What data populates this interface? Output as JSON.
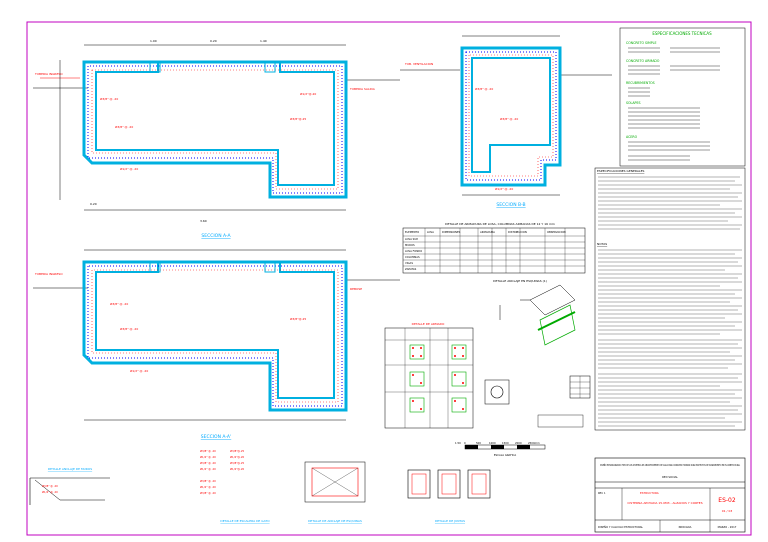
{
  "colors": {
    "border": "#c000c0",
    "concrete": "#00b0e0",
    "rebar": "#0000ff",
    "label": "#ff0000",
    "dims": "#000000",
    "green": "#00aa00",
    "note": "#cc0000"
  },
  "section_titles": {
    "sec_aa_top": "SECCION A-A",
    "sec_aa_bottom": "SECCION A-A'",
    "sec_bb": "SECCION B-B",
    "detail_table": "DETALLE DE ARMADO",
    "corner_detail": "DETALLE DE ANCLAJE DE ESQUINAS",
    "joint_detail": "DETALLE ANCLAJE EN ESQUINAS (1)",
    "stair_detail": "DETALLE DE ESCALERA DE GATO",
    "brick_detail": "DETALLE DE JUNTAS",
    "wall_detail": "DETALLE ANCLAJE DE MUROS"
  },
  "specs": {
    "title": "ESPECIFICACIONES TECNICAS",
    "groups": [
      "CONCRETO SIMPLE",
      "CONCRETO ARMADO",
      "RECUBRIMIENTOS",
      "SOLAPES",
      "ACERO"
    ]
  },
  "table": {
    "title": "DETALLE DE ARMADURA DE LOSA, COLUMNAS ARMADAS DE 12 Y 16 mm",
    "headers": [
      "ELEMENTO",
      "LOSA",
      "DIMENSIONES",
      "ARMADURA",
      "DISTRIBUCION",
      "OBSERVACION"
    ],
    "row_labels": [
      "LOSA SUP.",
      "MUROS",
      "LOSA FONDO",
      "COLUMNAS",
      "VIGAS",
      "ZAPATAS"
    ]
  },
  "scale_bar": {
    "ticks": [
      "1:50",
      "0",
      "500",
      "1000",
      "1500",
      "2000",
      "2500mm"
    ],
    "caption": "ESCALA GRAFICA"
  },
  "title_block": {
    "project": "DISEÑO ESTANDARIZADO TIPO DE LOS SISTEMAS DE ABASTECIMIENTO DE AGUA PARA CONSUMO HUMANO PARA PROYECTOS DE SANEAMIENTO EN EL AMBITO RURAL",
    "subtitle": "RED SOCIAL",
    "specialty": "ESTRUCTURA",
    "drawing": "CISTERNA APOYADA 15.0M3 - ALZADOS Y CORTES",
    "sheet_label": "ES-02",
    "sheet_sub": "01 / 03",
    "scale": "INDICADA",
    "date": "MARZO - 2017",
    "designer": "DISEÑO Y CALCULO ESTRUCTURAL",
    "revision": "REV. 1"
  },
  "notes_header": "ESPECIFICACIONES GENERALES",
  "notes2_header": "NOTAS",
  "section_dims": {
    "d1": "0.20",
    "d2": "3.50",
    "d3": "0.20",
    "d4": "2.20",
    "d5": "0.20",
    "d6": "1.00",
    "d7": "0.25"
  }
}
